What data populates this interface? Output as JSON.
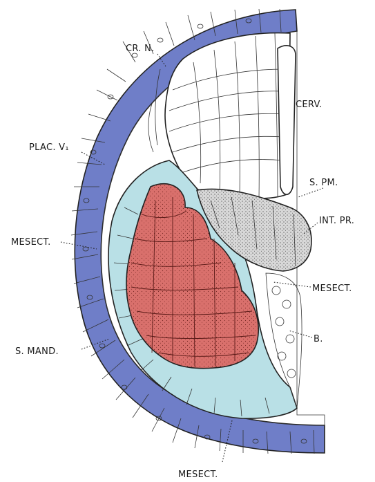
{
  "labels": {
    "cr_n": "CR. N.",
    "cerv": "CERV.",
    "plac_v1": "PLAC. V₁",
    "s_pm": "S. PM.",
    "int_pr": "INT. PR.",
    "mesect_left": "MESECT.",
    "mesect_right": "MESECT.",
    "s_mand": "S. MAND.",
    "b": "B.",
    "mesect_bottom": "MESECT."
  },
  "colors": {
    "ectoderm_blue": "#6f7ec8",
    "mesenchyme_cyan": "#b9e0e6",
    "ganglion_red": "#d9706c",
    "stippled_gray": "#d8d8d8",
    "outline": "#222222"
  }
}
